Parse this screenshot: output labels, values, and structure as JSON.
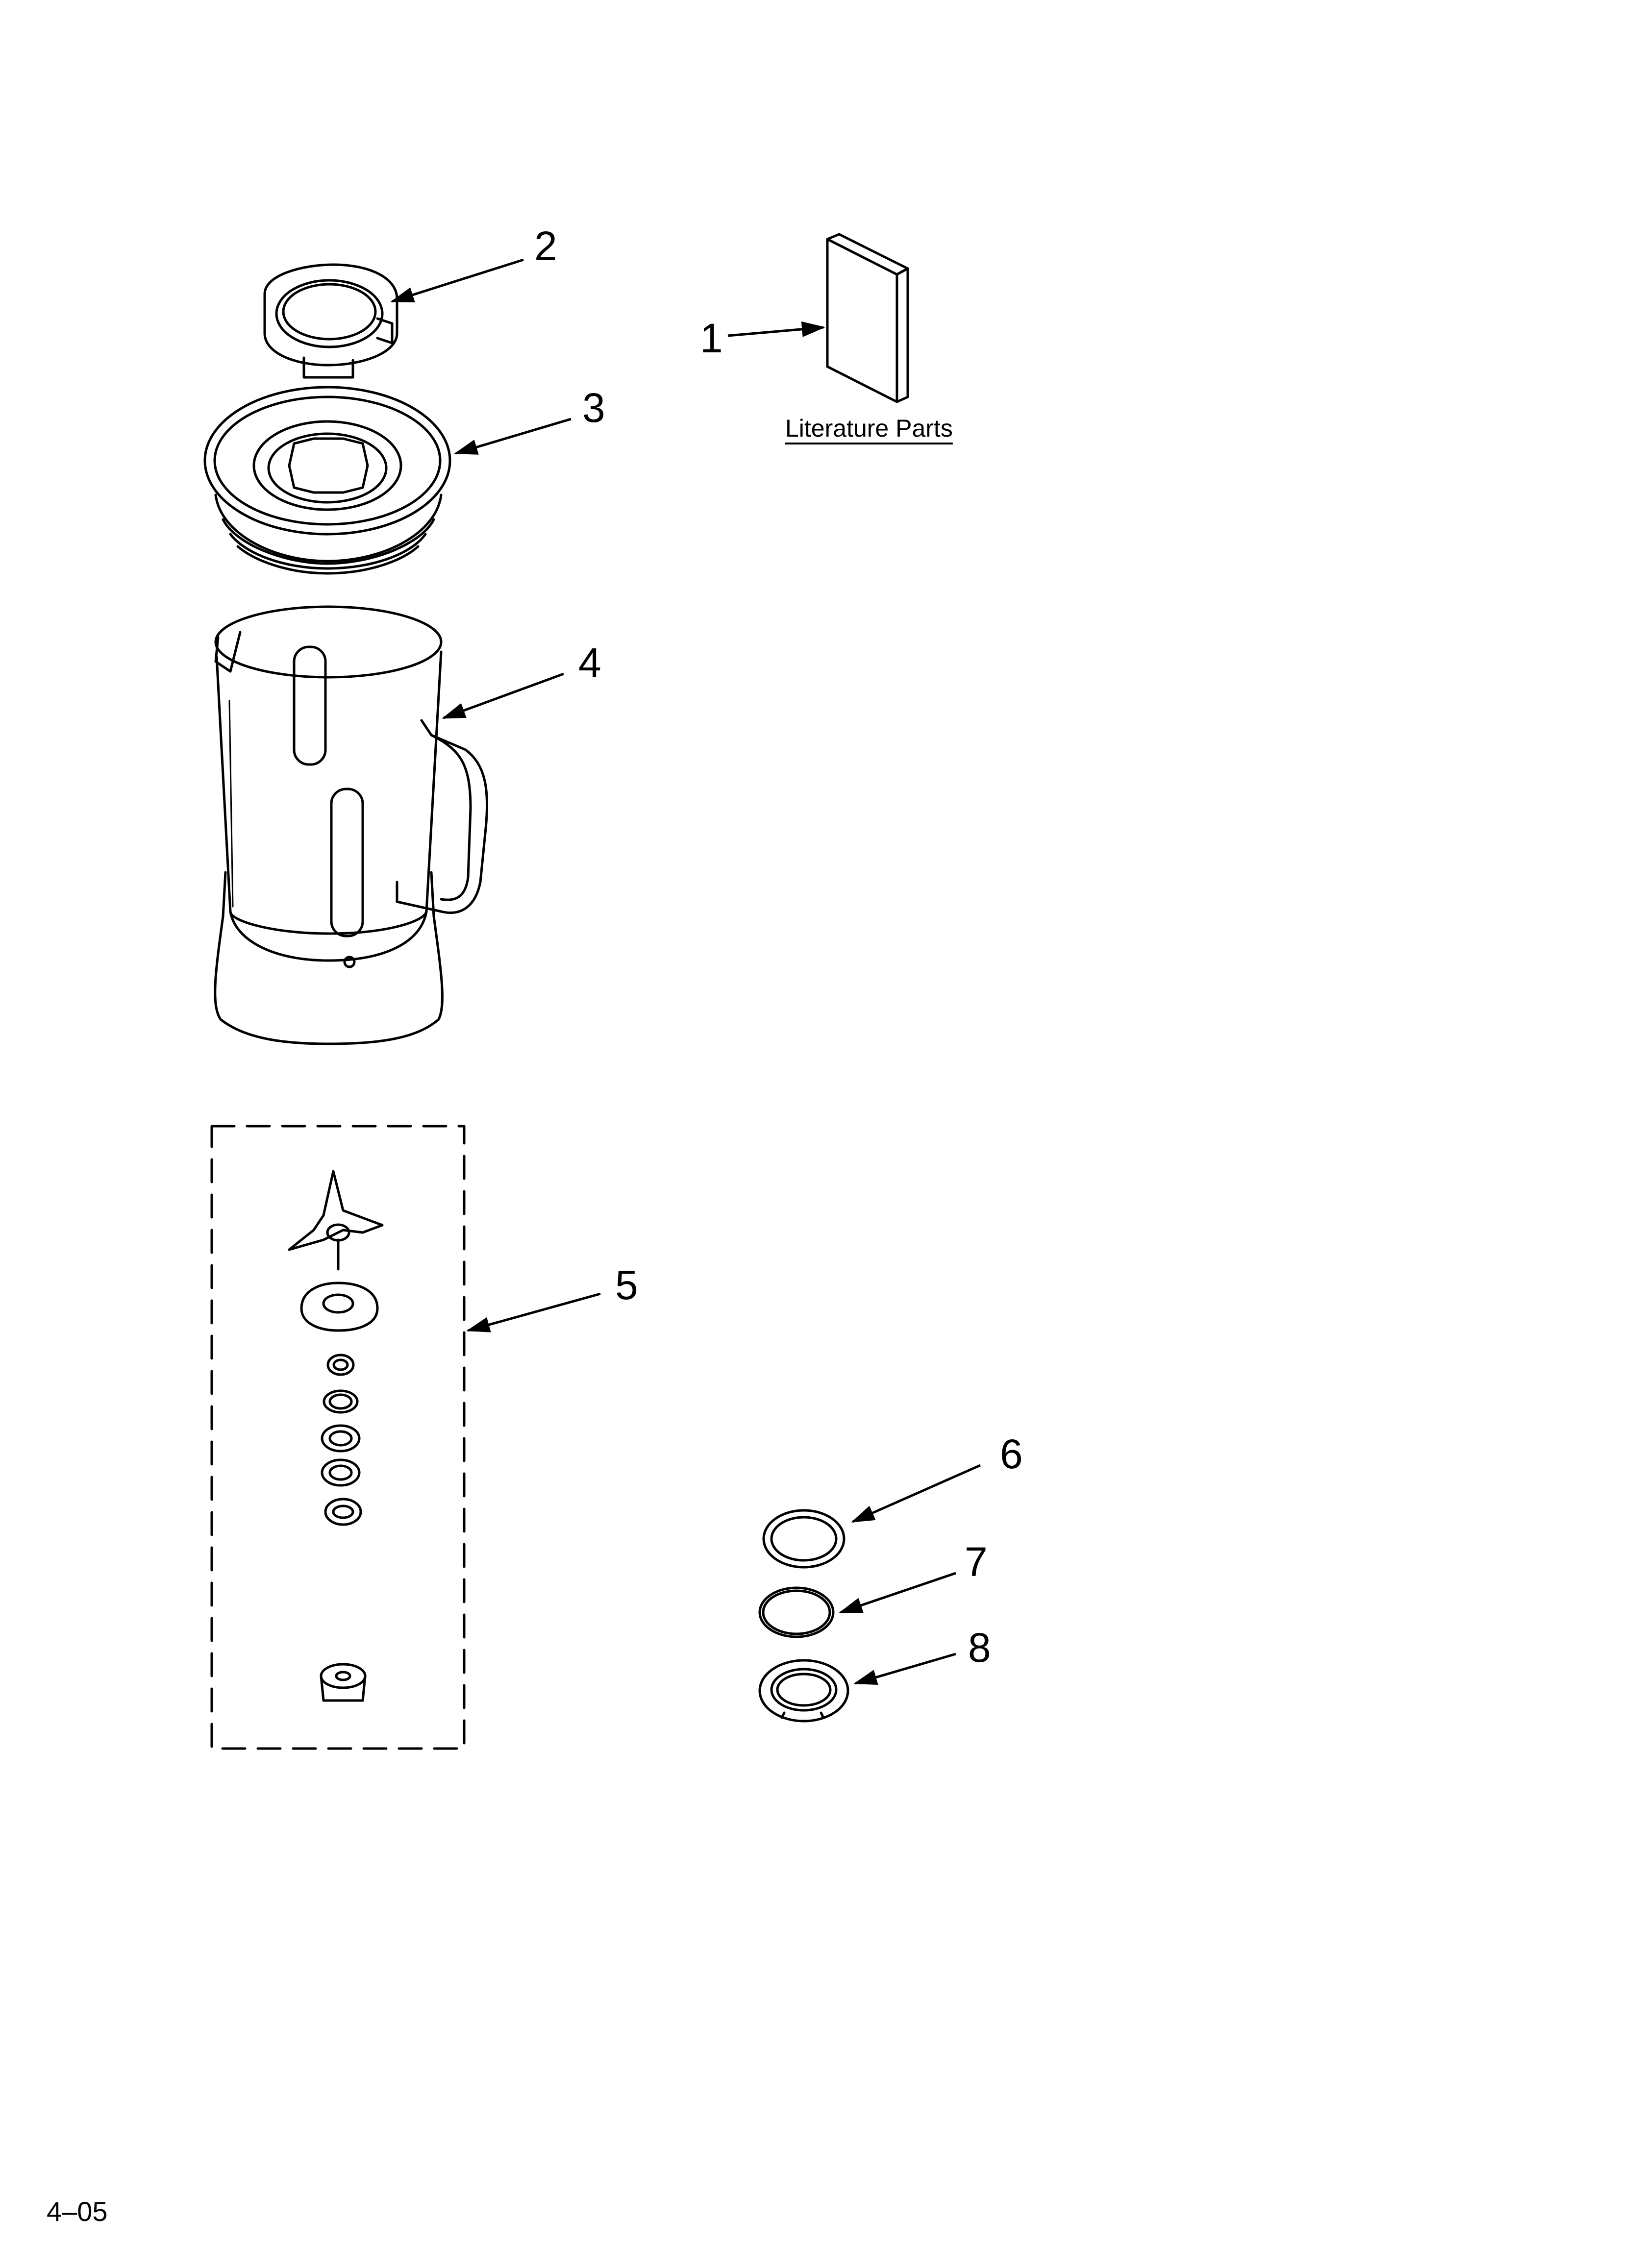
{
  "diagram": {
    "callouts": [
      {
        "label": "1"
      },
      {
        "label": "2"
      },
      {
        "label": "3"
      },
      {
        "label": "4"
      },
      {
        "label": "5"
      },
      {
        "label": "6"
      },
      {
        "label": "7"
      },
      {
        "label": "8"
      }
    ],
    "literature_caption": "Literature Parts",
    "page_code": "4–05"
  }
}
